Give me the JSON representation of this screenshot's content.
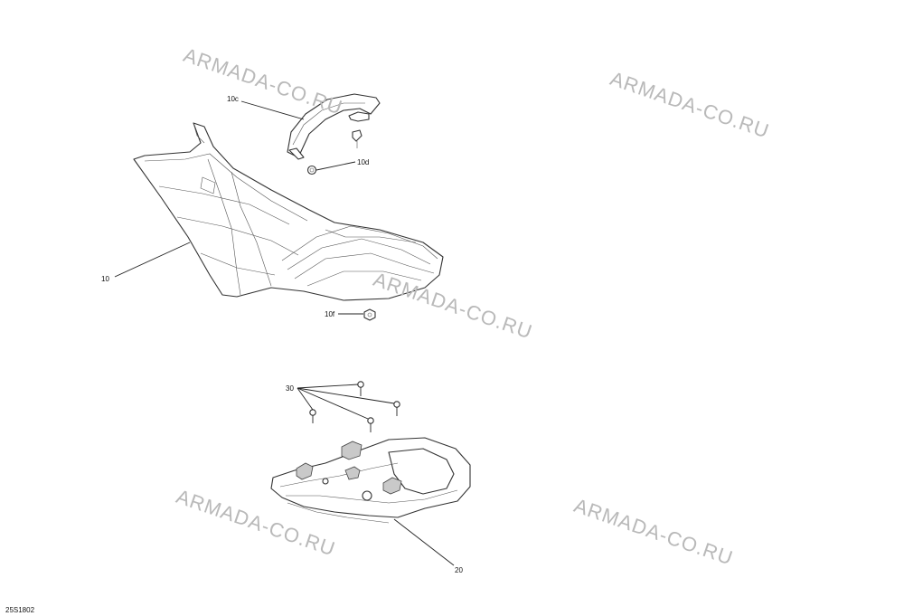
{
  "watermark": "ARMADA-CO.RU",
  "labels": {
    "seat": "10",
    "cover": "10c",
    "clip": "10d",
    "nut": "10f",
    "screws": "30",
    "rack": "20"
  },
  "drawing_code": "25S1802",
  "colors": {
    "line": "#222222",
    "watermark": "#b9b9b9",
    "shade": "#c9c9c9"
  }
}
